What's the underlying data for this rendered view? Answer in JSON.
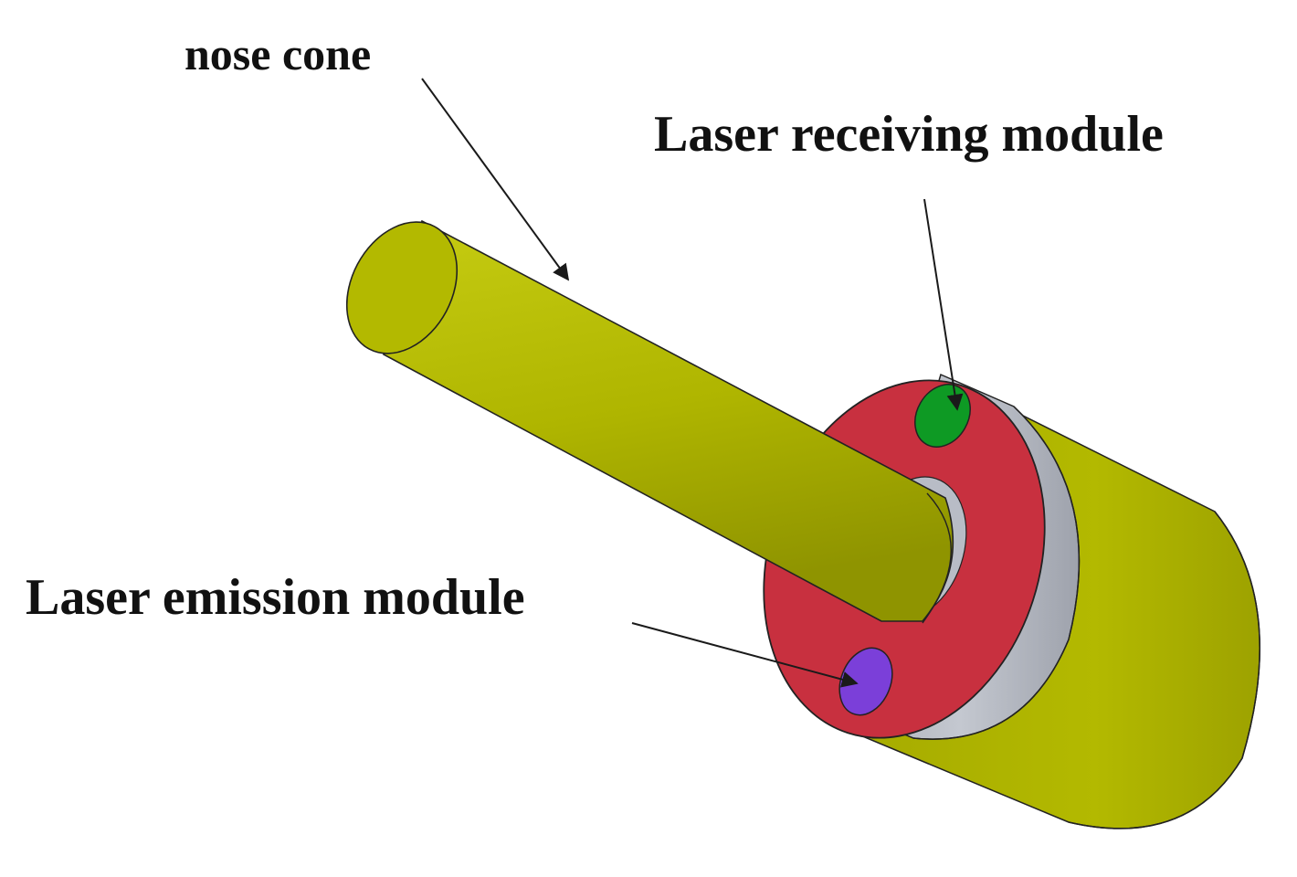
{
  "labels": {
    "nose_cone": "nose cone",
    "laser_receiving_module": "Laser receiving module",
    "laser_emission_module": "Laser emission module"
  },
  "colors": {
    "body": "#AFB500",
    "body_shade": "#8F9400",
    "body_light": "#C9CF10",
    "flange": "#C8303F",
    "ring": "#B8BCC6",
    "receiver_lens": "#0E9A24",
    "emitter_lens": "#7B3FD9",
    "leader_line": "#1a1a1a"
  }
}
